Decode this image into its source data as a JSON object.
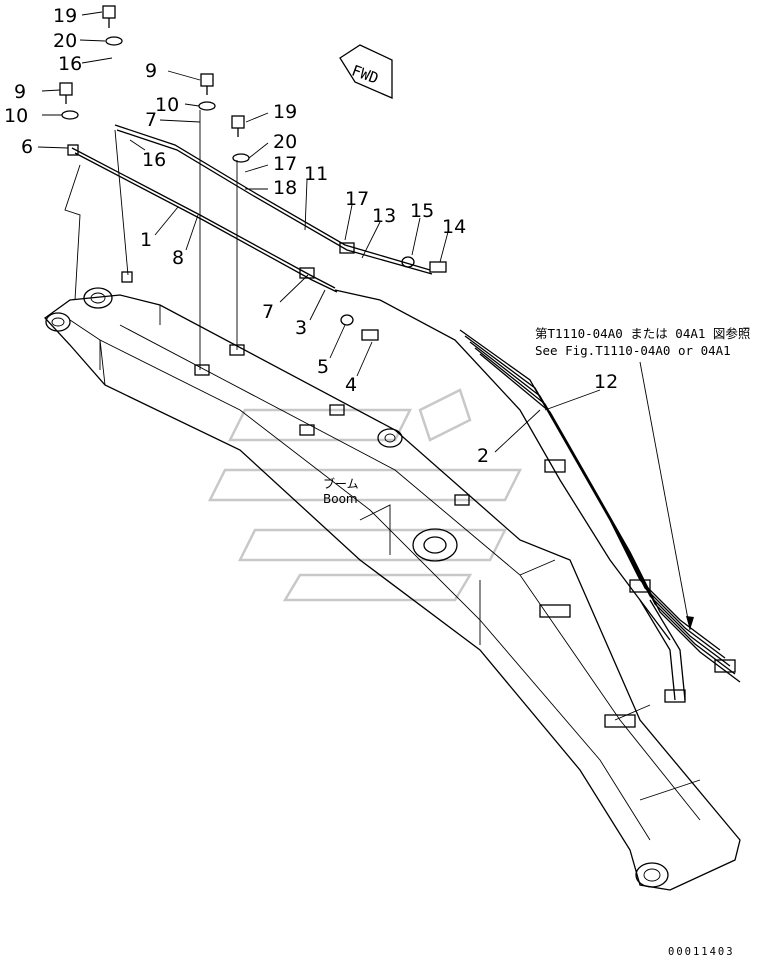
{
  "labels": {
    "n1": "1",
    "n2": "2",
    "n3": "3",
    "n4": "4",
    "n5": "5",
    "n6": "6",
    "n7a": "7",
    "n7b": "7",
    "n8": "8",
    "n9a": "9",
    "n9b": "9",
    "n10a": "10",
    "n10b": "10",
    "n11": "11",
    "n12": "12",
    "n13": "13",
    "n14": "14",
    "n15": "15",
    "n16a": "16",
    "n16b": "16",
    "n17a": "17",
    "n17b": "17",
    "n18": "18",
    "n19a": "19",
    "n19b": "19",
    "n20a": "20",
    "n20b": "20"
  },
  "fwd_label": "FWD",
  "reference": {
    "line1": "第T1110-04A0 または 04A1 図参照",
    "line2": "See Fig.T1110-04A0 or 04A1"
  },
  "boom": {
    "jp": "ブーム",
    "en": "Boom"
  },
  "drawing_code": "00011403"
}
